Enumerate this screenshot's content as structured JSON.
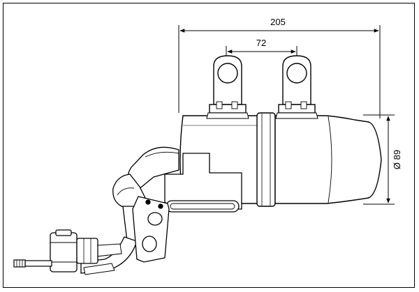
{
  "dimensions": {
    "overall_length": "205",
    "bracket_spacing": "72",
    "diameter": "Ø 89"
  },
  "colors": {
    "line": "#000000",
    "background": "#ffffff",
    "shade": "#e8e8e8"
  }
}
